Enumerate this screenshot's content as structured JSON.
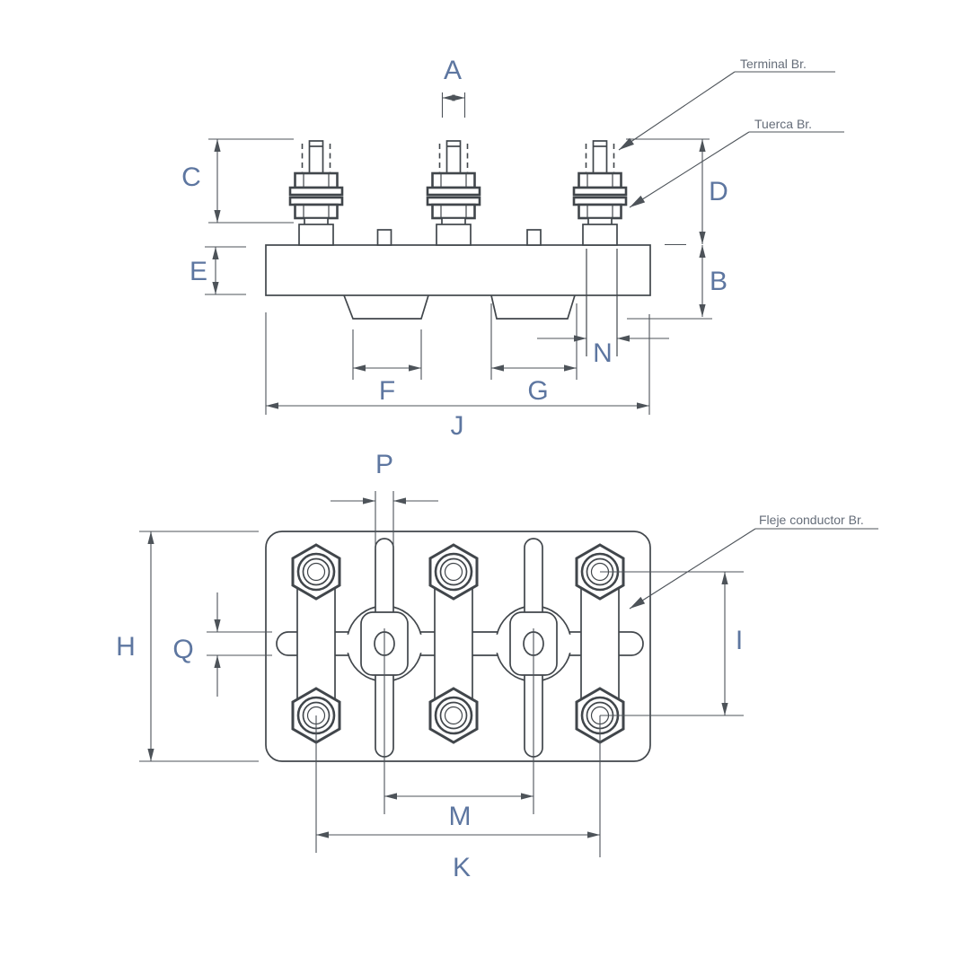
{
  "drawing": {
    "type": "technical-dimension-drawing",
    "views": {
      "side_view": "terminal block side elevation",
      "plan_view": "terminal block top plan"
    },
    "labels": {
      "A": "A",
      "B": "B",
      "C": "C",
      "D": "D",
      "E": "E",
      "F": "F",
      "G": "G",
      "H": "H",
      "I": "I",
      "J": "J",
      "K": "K",
      "M": "M",
      "N": "N",
      "P": "P",
      "Q": "Q"
    },
    "annotations": {
      "terminal": "Terminal Br.",
      "tuerca": "Tuerca Br.",
      "fleje": "Fleje conductor Br."
    },
    "colors": {
      "part_line": "#41464b",
      "dimension_line": "#4d5359",
      "dimension_label": "#5d76a0",
      "annotation_text": "#656d79",
      "background": "#ffffff"
    }
  }
}
